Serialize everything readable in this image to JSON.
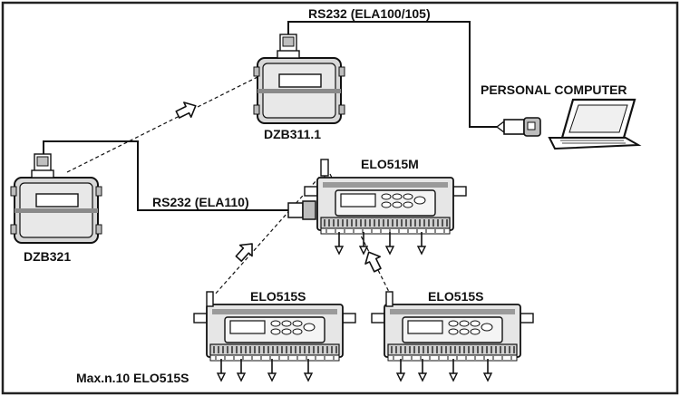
{
  "labels": {
    "rs232_top": "RS232 (ELA100/105)",
    "personal_computer": "PERSONAL COMPUTER",
    "dzb311": "DZB311.1",
    "elo515m": "ELO515M",
    "rs232_mid": "RS232 (ELA110)",
    "dzb321": "DZB321",
    "elo515s_left": "ELO515S",
    "elo515s_right": "ELO515S",
    "max_note": "Max.n.10 ELO515S"
  },
  "colors": {
    "ink": "#111111",
    "frame": "#222222",
    "device_fill": "#d8d8d8",
    "panel_fill": "#f4f4f4",
    "shade": "#8a8a8a",
    "background": "#ffffff"
  },
  "icons": {
    "radio_link": "wireless-arrow-icon",
    "computer": "laptop-icon",
    "connector": "serial-connector-icon",
    "output": "output-arrow-icon"
  }
}
